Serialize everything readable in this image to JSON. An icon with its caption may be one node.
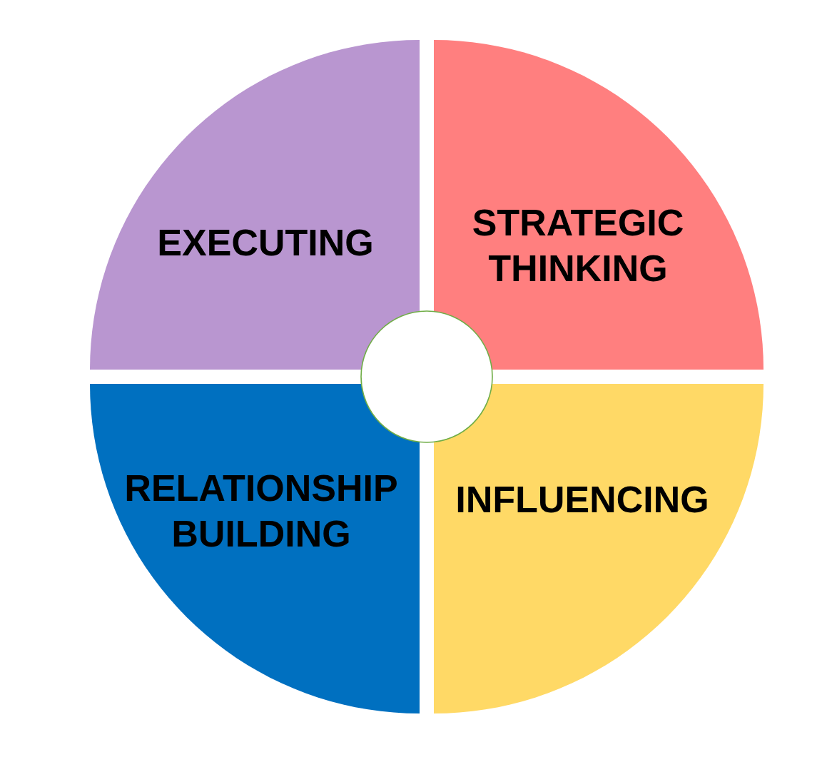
{
  "diagram": {
    "nodes": [
      {
        "text": [
          "EXECUTING"
        ]
      },
      {
        "text": [
          "STRATEGIC THINKING"
        ]
      },
      {
        "text": [
          "RELATIONSHIP BUILDING"
        ]
      },
      {
        "text": [
          "INFLUENCING"
        ]
      },
      {
        "text": [],
        "shape": "circle"
      }
    ]
  }
}
